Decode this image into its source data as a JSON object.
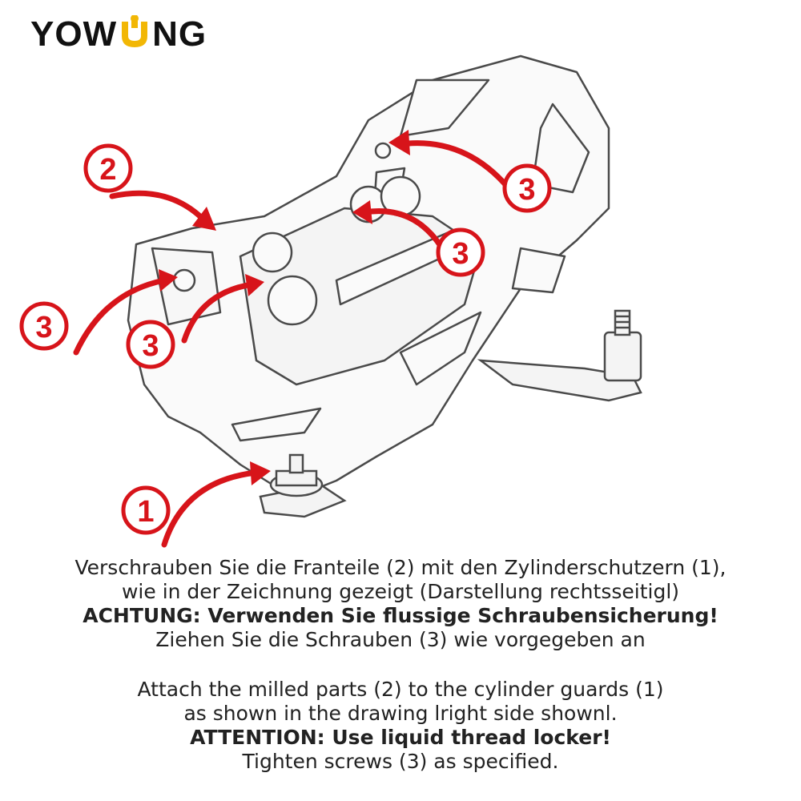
{
  "brand": {
    "logo_text_left": "YOW",
    "logo_text_right": "NG",
    "accent": "#f2b705"
  },
  "callouts": [
    {
      "id": "callout-2",
      "label": "2"
    },
    {
      "id": "callout-3-top-right",
      "label": "3"
    },
    {
      "id": "callout-3-mid-right",
      "label": "3"
    },
    {
      "id": "callout-3-left",
      "label": "3"
    },
    {
      "id": "callout-3-center",
      "label": "3"
    },
    {
      "id": "callout-1",
      "label": "1"
    }
  ],
  "colors": {
    "callout_red": "#d7141a",
    "line_gray": "#4a4a4a"
  },
  "text_de": {
    "line1": "Verschrauben Sie die Franteile (2)  mit den Zylinderschutzern (1),",
    "line2": "wie  in der Zeichnung gezeigt  (Darstellung rechtsseitigl)",
    "line3": "ACHTUNG:  Verwenden Sie flussige  Schraubensicherung!",
    "line4": "Ziehen Sie die Schrauben (3) wie  vorgegeben an"
  },
  "text_en": {
    "line1": "Attach the milled parts (2) to the  cylinder guards (1)",
    "line2": "as shown in the  drawing lright side shownl.",
    "line3": "ATTENTION:  Use liquid thread  locker!",
    "line4": "Tighten screws (3) as specified."
  }
}
